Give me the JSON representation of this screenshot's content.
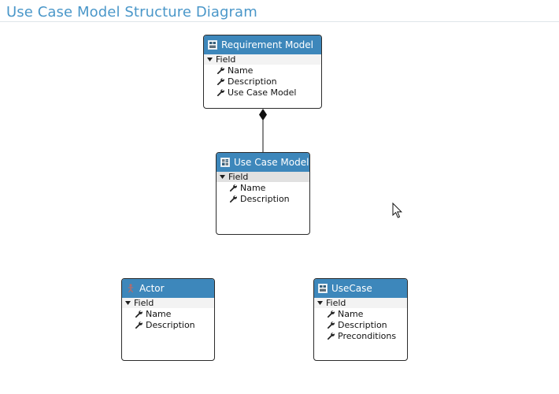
{
  "diagram": {
    "title": "Use Case Model Structure Diagram"
  },
  "classes": {
    "requirement_model": {
      "title": "Requirement Model",
      "section": "Field",
      "fields": [
        "Name",
        "Description",
        "Use Case Model"
      ]
    },
    "use_case_model": {
      "title": "Use Case Model",
      "section": "Field",
      "fields": [
        "Name",
        "Description"
      ]
    },
    "actor": {
      "title": "Actor",
      "section": "Field",
      "fields": [
        "Name",
        "Description"
      ]
    },
    "use_case": {
      "title": "UseCase",
      "section": "Field",
      "fields": [
        "Name",
        "Description",
        "Preconditions"
      ]
    }
  },
  "relationships": [
    {
      "type": "composition",
      "from": "Requirement Model",
      "to": "Use Case Model"
    }
  ],
  "icons": {
    "class": "class-icon",
    "model": "model-icon",
    "actor": "actor-icon",
    "collapse": "collapse-triangle-icon",
    "field": "wrench-icon",
    "cursor": "mouse-cursor-icon"
  },
  "colors": {
    "title": "#4a97c9",
    "header": "#3d87bb",
    "border": "#2b2b2b"
  }
}
